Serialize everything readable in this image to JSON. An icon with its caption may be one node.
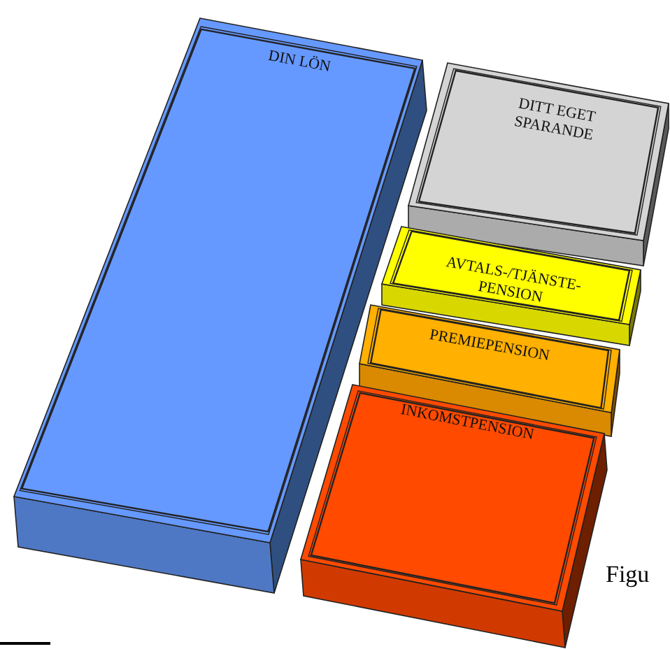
{
  "diagram": {
    "nodes": [
      {
        "text": [
          "DIN LÖN"
        ]
      },
      {
        "text": [
          "DITT EGET SPARANDE"
        ]
      },
      {
        "text": [
          "AVTALS-/TJÄNSTE- PENSION"
        ]
      },
      {
        "text": [
          "PREMIEPENSION"
        ]
      },
      {
        "text": [
          "INKOMSTPENSION"
        ]
      }
    ],
    "labels": [
      "Figu"
    ]
  }
}
